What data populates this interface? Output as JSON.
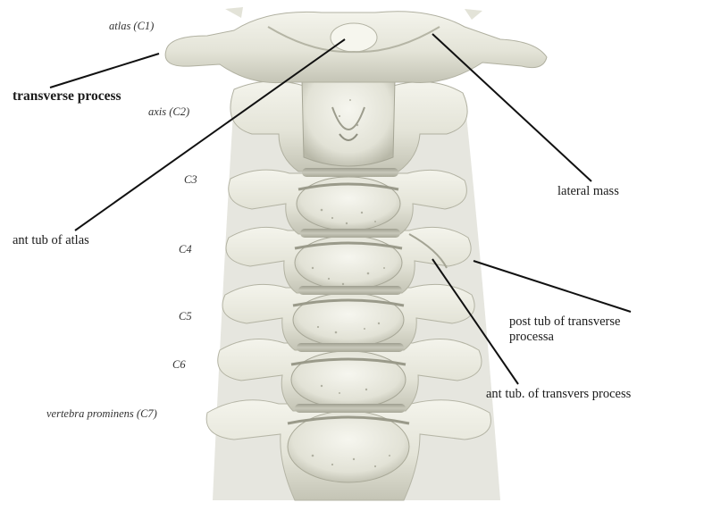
{
  "labels": {
    "atlas": "atlas (C1)",
    "transverse_process": "transverse process",
    "axis": "axis (C2)",
    "c3": "C3",
    "c4": "C4",
    "c5": "C5",
    "c6": "C6",
    "c7": "vertebra prominens (C7)",
    "ant_tub_atlas": "ant tub of atlas",
    "lateral_mass": "lateral mass",
    "post_tub_line1": "post tub of transverse",
    "post_tub_line2": "processa",
    "ant_tub_transvers": "ant tub. of transvers process"
  },
  "colors": {
    "bone_light": "#efefe6",
    "bone_mid": "#dcdccf",
    "bone_shadow": "#b9b9aa",
    "bone_dark": "#8f8f80",
    "leader_line": "#111111",
    "background": "#ffffff"
  }
}
